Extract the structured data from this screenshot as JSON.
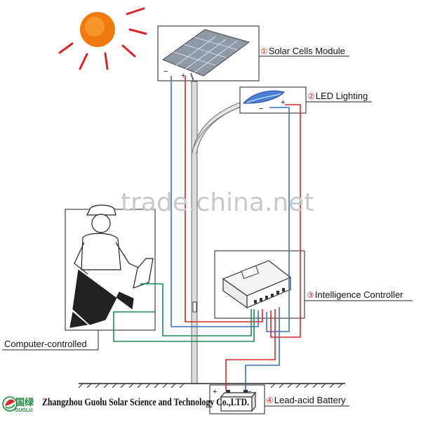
{
  "labels": {
    "solar_num": "①",
    "solar": "Solar Cells Module",
    "led_num": "②",
    "led": "LED Lighting",
    "controller_num": "③",
    "controller": "Intelligence Controller",
    "battery_num": "④",
    "battery": "Lead-acid Battery",
    "computer": "Computer-controlled"
  },
  "polarity": {
    "plus": "+",
    "minus": "−"
  },
  "watermark": "trade.china.net",
  "company": "Zhangzhou Guolu Solar Science and Technology Co.,LTD.",
  "logo": {
    "cn": "国绿",
    "en": "GUOLU"
  },
  "colors": {
    "sun": "#f07a10",
    "sun_rays": "#d9262b",
    "wire_red": "#d9262b",
    "wire_blue": "#3a6fc4",
    "wire_green": "#1f8f4e",
    "lamp": "#4a7fd4"
  }
}
